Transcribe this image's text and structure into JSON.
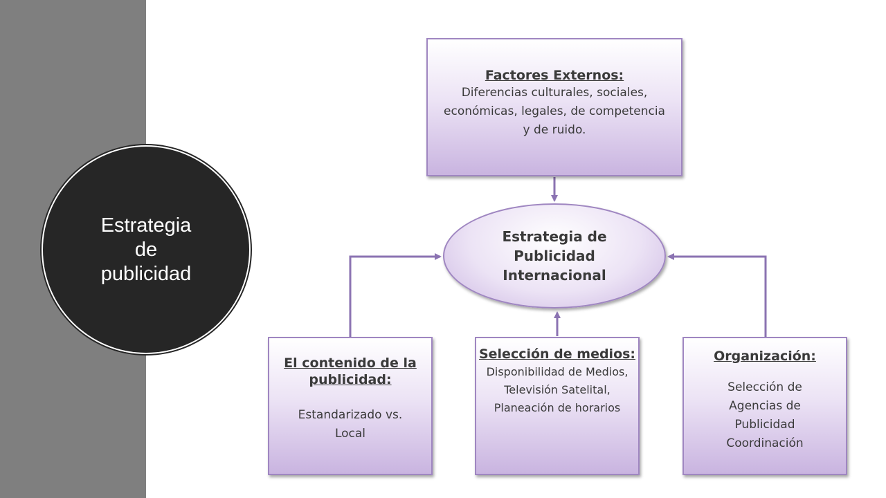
{
  "slide": {
    "title": "Estrategia de publicidad"
  },
  "diagram": {
    "center": "Estrategia de Publicidad Internacional",
    "factores": {
      "heading": "Factores Externos:",
      "body": "Diferencias culturales, sociales, económicas, legales, de competencia y de ruido."
    },
    "contenido": {
      "heading": "El contenido de la publicidad:",
      "body": "Estandarizado vs. Local"
    },
    "seleccion": {
      "heading": "Selección de medios:",
      "body": "Disponibilidad  de Medios, Televisión Satelital, Planeación de horarios"
    },
    "organizacion": {
      "heading": "Organización:",
      "body": "Selección de Agencias de Publicidad Coordinación"
    }
  },
  "colors": {
    "side_panel": "#7f7f7f",
    "circle": "#262626",
    "box_border": "#9f86c1",
    "arrow": "#8b73b2"
  }
}
